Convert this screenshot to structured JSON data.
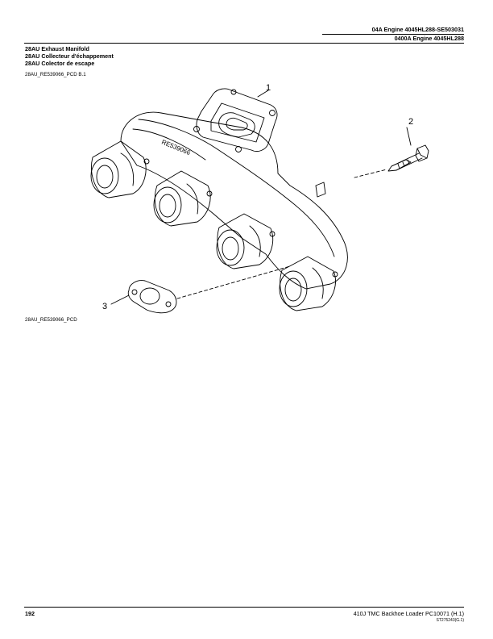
{
  "header": {
    "line1": "04A  Engine  4045HL288-SE503031",
    "line2": "0400A  Engine  4045HL288"
  },
  "titles": {
    "en": "28AU Exhaust Manifold",
    "fr": "28AU Collecteur d'échappement",
    "es": "28AU Colector de escape"
  },
  "figure": {
    "ref_top": "28AU_RE539066_PCD B.1",
    "ref_bottom": "28AU_RE539066_PCD",
    "part_stamp": "RE539066",
    "callouts": [
      "1",
      "2",
      "3"
    ]
  },
  "footer": {
    "page": "192",
    "doc": "410J TMC Backhoe Loader    PC10071    (H.1)",
    "code": "ST275243(G.1)"
  }
}
